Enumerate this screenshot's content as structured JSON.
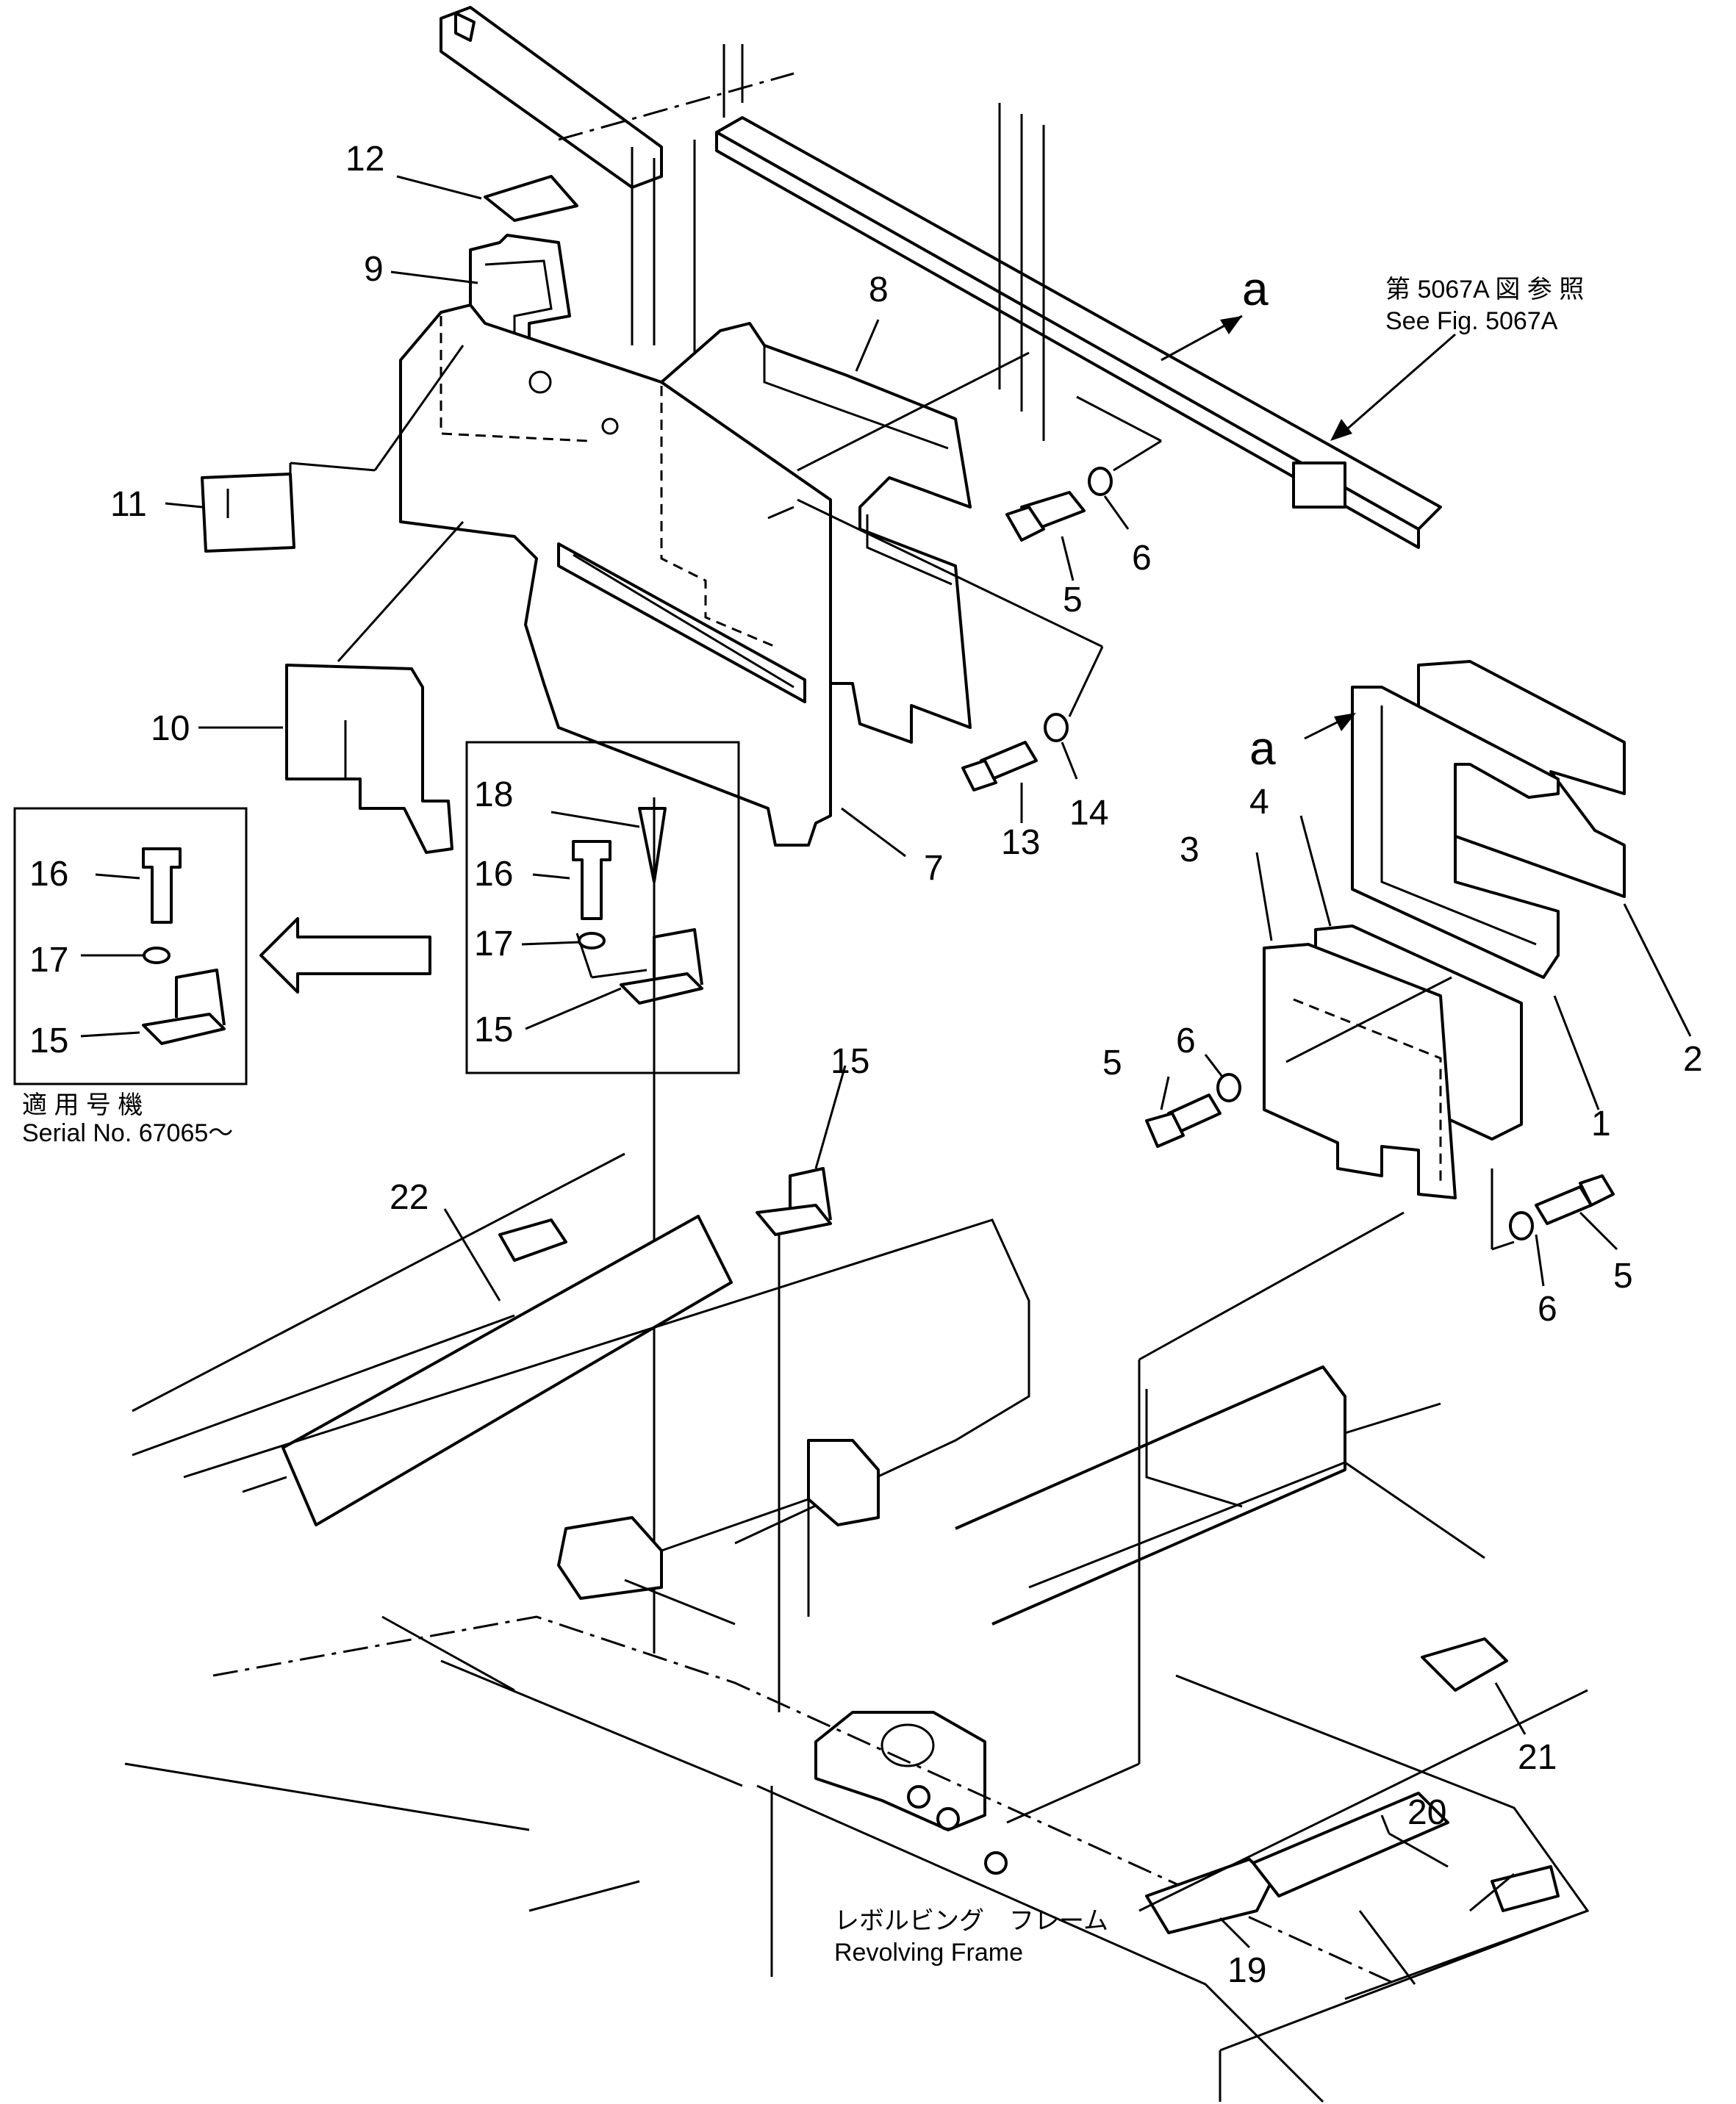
{
  "callouts": {
    "c1": "1",
    "c2": "2",
    "c3": "3",
    "c4": "4",
    "c5a": "5",
    "c5b": "5",
    "c5c": "5",
    "c6a": "6",
    "c6b": "6",
    "c6c": "6",
    "c7": "7",
    "c8": "8",
    "c9": "9",
    "c10": "10",
    "c11": "11",
    "c12": "12",
    "c13": "13",
    "c14": "14",
    "c15a": "15",
    "c15b": "15",
    "c15c": "15",
    "c16a": "16",
    "c16b": "16",
    "c17a": "17",
    "c17b": "17",
    "c18": "18",
    "c19": "19",
    "c20": "20",
    "c21": "21",
    "c22": "22"
  },
  "view_marker_top": "a",
  "view_marker_right": "a",
  "reference": {
    "jp": "第 5067A 図 参 照",
    "en": "See Fig. 5067A"
  },
  "serial": {
    "jp": "適 用 号 機",
    "en": "Serial No. 67065～"
  },
  "frame": {
    "jp": "レボルビング　フレーム",
    "en": "Revolving Frame"
  }
}
